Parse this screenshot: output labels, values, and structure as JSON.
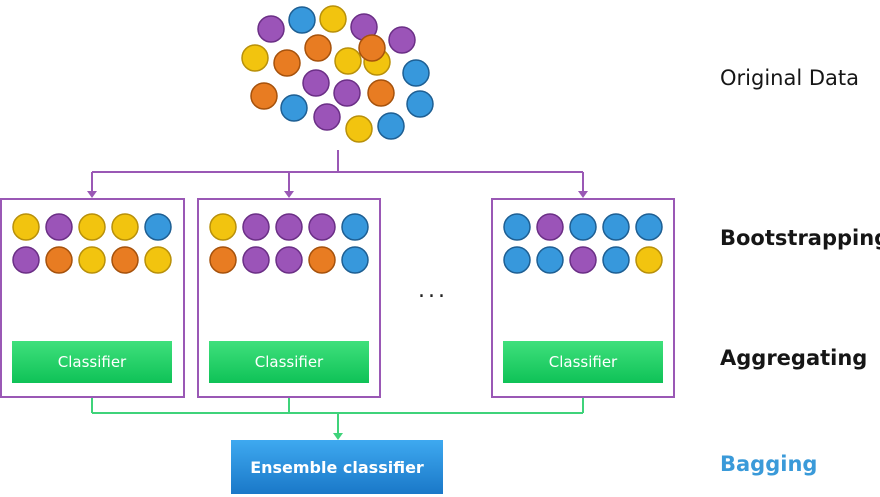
{
  "labels": {
    "original_data": "Original Data",
    "bootstrapping": "Bootstrapping",
    "aggregating": "Aggregating",
    "bagging": "Bagging"
  },
  "classifier_label": "Classifier",
  "ensemble_label": "Ensemble classifier",
  "ellipsis": "...",
  "colors": {
    "purple": "#9b54b8",
    "blue": "#3798dc",
    "orange": "#e87c22",
    "yellow": "#f2c40f",
    "box_border": "#9a58b5",
    "connector_purple": "#9a58b5",
    "connector_green": "#3fd37a",
    "bagging_text": "#3a9ad9"
  },
  "original_cluster": [
    "purple",
    "blue",
    "yellow",
    "purple",
    "orange",
    "purple",
    "yellow",
    "orange",
    "yellow",
    "yellow",
    "blue",
    "purple",
    "orange",
    "purple",
    "orange",
    "blue",
    "blue",
    "purple",
    "yellow",
    "blue",
    "orange"
  ],
  "bags": [
    {
      "rows": [
        [
          "yellow",
          "purple",
          "yellow",
          "yellow",
          "blue"
        ],
        [
          "purple",
          "orange",
          "yellow",
          "orange",
          "yellow"
        ]
      ]
    },
    {
      "rows": [
        [
          "yellow",
          "purple",
          "purple",
          "purple",
          "blue"
        ],
        [
          "orange",
          "purple",
          "purple",
          "orange",
          "blue"
        ]
      ]
    },
    {
      "rows": [
        [
          "blue",
          "purple",
          "blue",
          "blue",
          "blue"
        ],
        [
          "blue",
          "blue",
          "purple",
          "blue",
          "yellow"
        ]
      ]
    }
  ]
}
